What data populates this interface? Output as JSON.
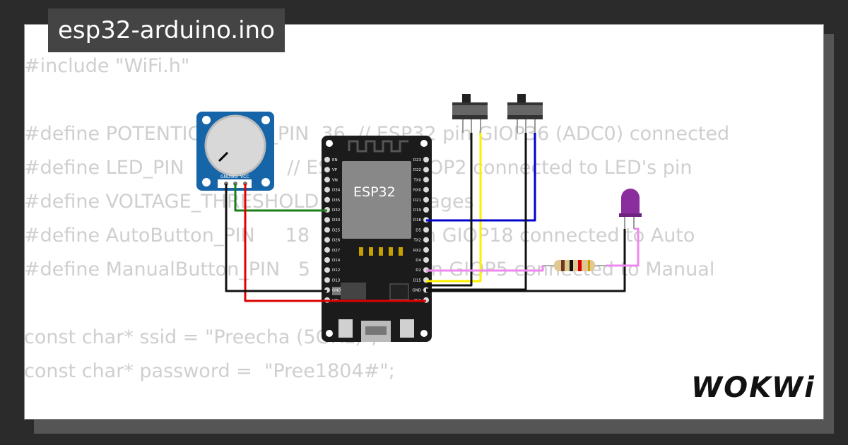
{
  "title": "esp32-arduino.ino",
  "code_lines": [
    "#include \"WiFi.h\"",
    "",
    "#define POTENTIOMETER_PIN  36  // ESP32 pin GIOP36 (ADC0) connected",
    "#define LED_PIN            2   // ESP32 pin GIOP2 connected to LED's pin",
    "#define VOLTAGE_THRESHOLD  3.3  // Voltages",
    "#define AutoButton_PIN     18  // ESP32 pin GIOP18 connected to Auto",
    "#define ManualButton_PIN   5   // ESP32 pin GIOP5 connected to Manual",
    "",
    "const char* ssid = \"Preecha (5GHz)\";",
    "const char* password =  \"Pree1804#\";"
  ],
  "board": {
    "chip_label": "ESP32",
    "left_pins": [
      "EN",
      "VP",
      "VN",
      "D34",
      "D35",
      "D32",
      "D33",
      "D25",
      "D26",
      "D27",
      "D14",
      "D12",
      "D13",
      "GND",
      "VIN"
    ],
    "right_pins": [
      "D23",
      "D22",
      "TX0",
      "RX0",
      "D21",
      "D19",
      "D18",
      "D5",
      "TX2",
      "RX2",
      "D4",
      "D2",
      "D15",
      "GND",
      "3V3"
    ]
  },
  "potentiometer": {
    "pins": [
      "GND",
      "SIG",
      "VCC"
    ]
  },
  "wire_colors": {
    "green": "#1a7f1a",
    "red": "#e00000",
    "black": "#111111",
    "yellow": "#ffee00",
    "blue": "#0000cc",
    "violet": "#ee88ee"
  },
  "logo": "WOKWi"
}
